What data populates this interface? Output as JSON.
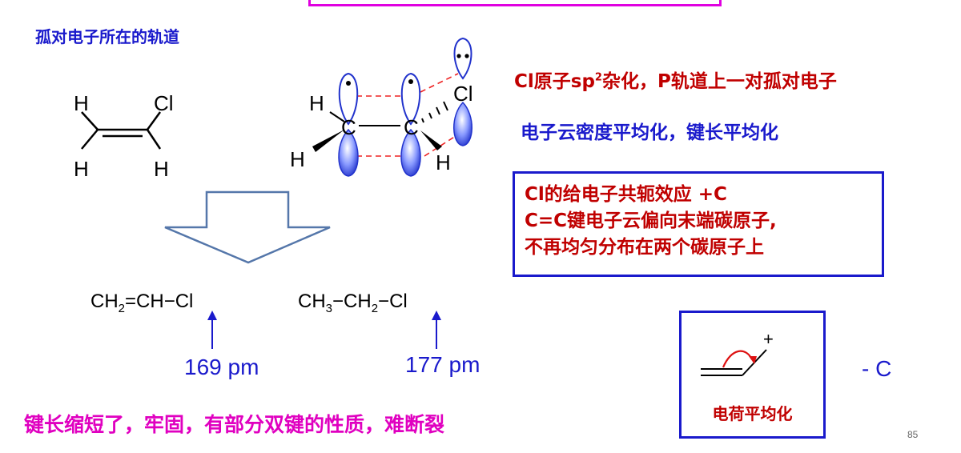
{
  "heading": "孤对电子所在的轨道",
  "structure_left": {
    "atom_h_top_left": "H",
    "atom_cl": "Cl",
    "atom_h_bottom_left": "H",
    "atom_h_bottom_right": "H"
  },
  "structure_orbital": {
    "atom_h_left": "H",
    "atom_c1": "C",
    "atom_c2": "C",
    "atom_cl": "Cl",
    "atom_h_bottom_left": "H",
    "atom_h_bottom_right": "H"
  },
  "explanation": {
    "line1_prefix": "Cl原子sp",
    "line1_sup": "2",
    "line1_suffix": "杂化，P轨道上一对孤对电子",
    "line2": "电子云密度平均化，键长平均化"
  },
  "effect_box": {
    "line1": "Cl的给电子共轭效应 +C",
    "line2": "C=C键电子云偏向末端碳原子,",
    "line3": "不再均匀分布在两个碳原子上"
  },
  "formula_vinyl": {
    "p1": "CH",
    "s1": "2",
    "p2": "=CH−Cl"
  },
  "formula_ethyl": {
    "p1": "CH",
    "s1": "3",
    "p2": "−CH",
    "s2": "2",
    "p3": "−Cl"
  },
  "bond_length_vinyl": "169 pm",
  "bond_length_ethyl": "177 pm",
  "charge_box": {
    "plus": "+",
    "label": "电荷平均化"
  },
  "minus_c": "- C",
  "conclusion": "键长缩短了，牢固，有部分双键的性质，难断裂",
  "page_number": "85",
  "colors": {
    "blue": "#1a1acc",
    "red": "#c00000",
    "magenta": "#e000c0",
    "orbital_fill": "#5566ee",
    "dashed": "#ee2222",
    "arrow_outline": "#5577aa"
  }
}
